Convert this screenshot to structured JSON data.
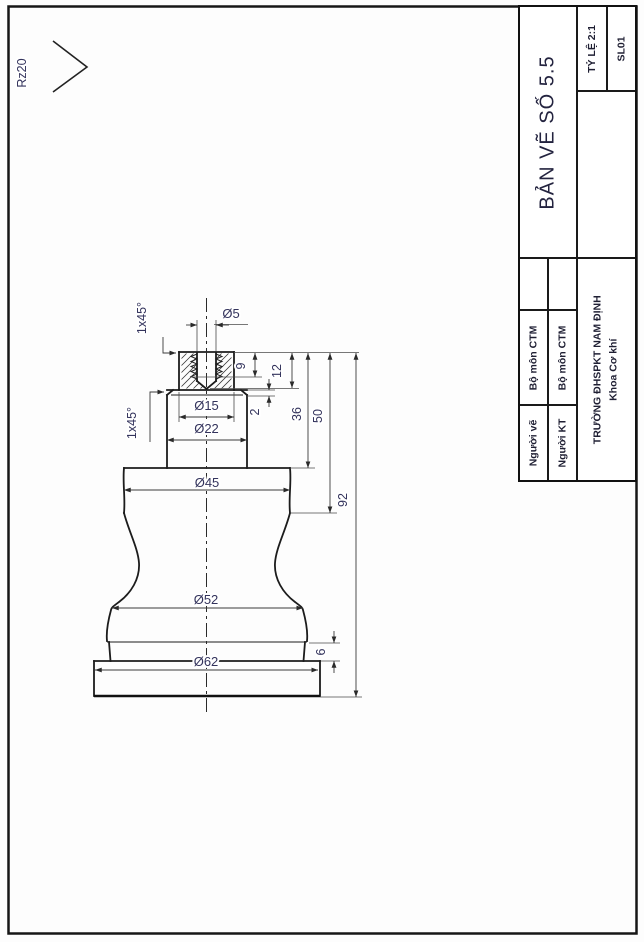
{
  "surface_note": {
    "roughness": "Rz20"
  },
  "dimensions": {
    "dia5": "Ø5",
    "dia15": "Ø15",
    "dia22": "Ø22",
    "dia45": "Ø45",
    "dia52": "Ø52",
    "dia62": "Ø62",
    "depth9": "9",
    "depth12": "12",
    "step2": "2",
    "len36": "36",
    "len50": "50",
    "total92": "92",
    "height6": "6",
    "chamfer_top": "1x45°",
    "chamfer_mid": "1x45°"
  },
  "title_block": {
    "drawing_title": "BẢN VẼ SỐ 5.5",
    "scale_label": "TỶ LỆ 2:1",
    "quantity_label": "SL01",
    "drawn_by_label": "Người vẽ",
    "checked_by_label": "Người KT",
    "dept1": "Bộ môn CTM",
    "dept2": "Bộ môn CTM",
    "school_line1": "TRƯỜNG ĐHSPKT NAM ĐỊNH",
    "school_line2": "Khoa Cơ khí"
  },
  "colors": {
    "line": "#1c1c1c",
    "dim_text": "#33335c",
    "background": "#fdfdfd"
  }
}
